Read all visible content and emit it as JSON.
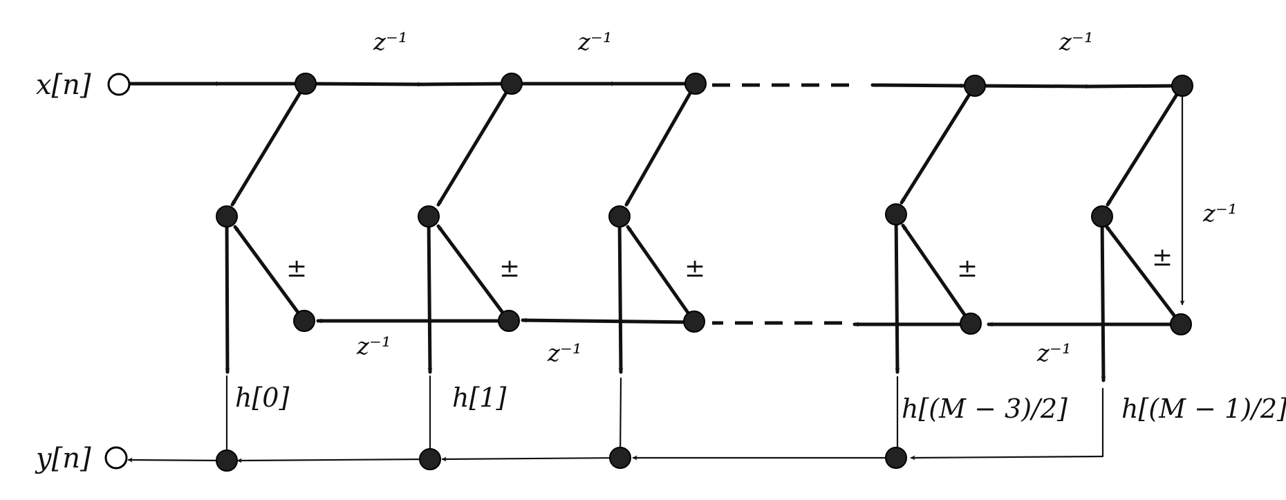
{
  "colors": {
    "ink": "#111111",
    "node": "#222222",
    "background": "#ffffff"
  },
  "io": {
    "input": "x[n]",
    "output": "y[n]"
  },
  "delay_label": "z⁻¹",
  "sign_label": "±",
  "coefficients": [
    "h[0]",
    "h[1]",
    "h[(M − 3)/2]",
    "h[(M − 1)/2]"
  ]
}
